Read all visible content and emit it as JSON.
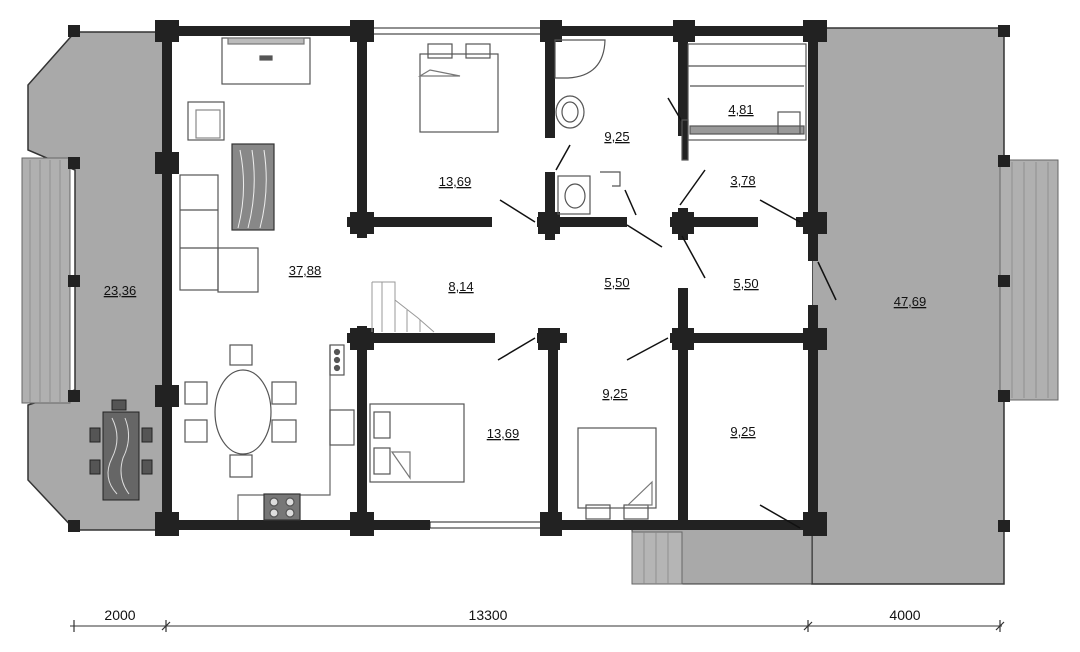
{
  "rooms": [
    {
      "id": "terrace_left",
      "area": "23,36"
    },
    {
      "id": "living",
      "area": "37,88"
    },
    {
      "id": "bedroom_nw",
      "area": "13,69"
    },
    {
      "id": "hall_8",
      "area": "8,14"
    },
    {
      "id": "bath_top",
      "area": "9,25"
    },
    {
      "id": "sauna",
      "area": "4,81"
    },
    {
      "id": "closet",
      "area": "3,78"
    },
    {
      "id": "hall_center",
      "area": "5,50"
    },
    {
      "id": "hall_right",
      "area": "5,50"
    },
    {
      "id": "bedroom_sw",
      "area": "13,69"
    },
    {
      "id": "bedroom_s",
      "area": "9,25"
    },
    {
      "id": "room_se",
      "area": "9,25"
    },
    {
      "id": "terrace_right",
      "area": "47,69"
    }
  ],
  "dimensions": [
    "2000",
    "13300",
    "4000"
  ],
  "colors": {
    "wall": "#222222",
    "terrace": "#a9a9a9",
    "furniture": "#555555"
  }
}
